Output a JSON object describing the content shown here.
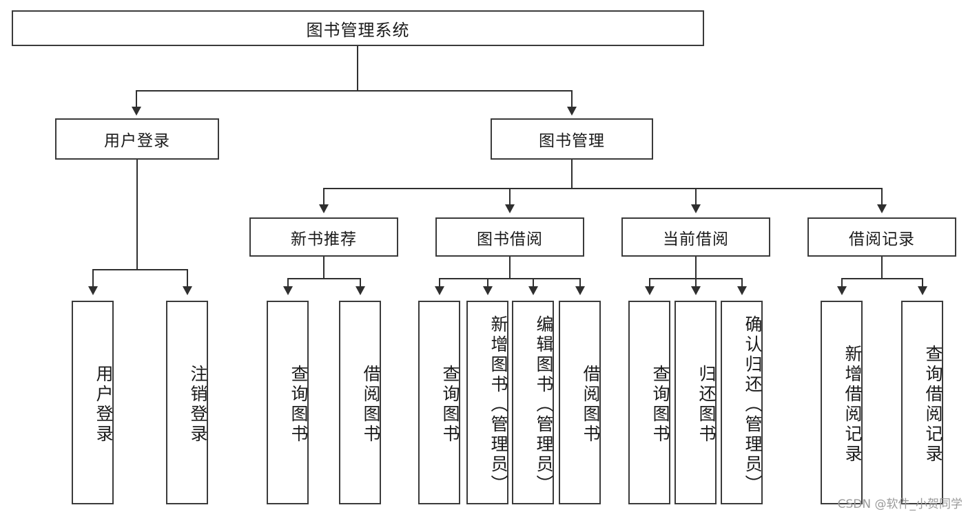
{
  "diagram": {
    "title": "图书管理系统",
    "root": {
      "label": "图书管理系统"
    },
    "level2": [
      {
        "label": "用户登录"
      },
      {
        "label": "图书管理"
      }
    ],
    "level3": [
      {
        "label": "新书推荐"
      },
      {
        "label": "图书借阅"
      },
      {
        "label": "当前借阅"
      },
      {
        "label": "借阅记录"
      }
    ],
    "leaves": {
      "user_login": [
        {
          "label": "用户登录"
        },
        {
          "label": "注销登录"
        }
      ],
      "new_book_recommend": [
        {
          "label": "查询图书"
        },
        {
          "label": "借阅图书"
        }
      ],
      "book_borrow": [
        {
          "label": "查询图书"
        },
        {
          "label": "新增图书（管理员）"
        },
        {
          "label": "编辑图书（管理员）"
        },
        {
          "label": "借阅图书"
        }
      ],
      "current_borrow": [
        {
          "label": "查询图书"
        },
        {
          "label": "归还图书"
        },
        {
          "label": "确认归还（管理员）"
        }
      ],
      "borrow_record": [
        {
          "label": "新增借阅记录"
        },
        {
          "label": "查询借阅记录"
        }
      ]
    }
  },
  "watermark": {
    "text": "CSDN @软件_小贺同学"
  },
  "colors": {
    "box_border": "#3a3a3a",
    "line": "#2f2f2f",
    "text": "#1a1a1a",
    "watermark": "#9a9a9a",
    "background": "#ffffff"
  }
}
